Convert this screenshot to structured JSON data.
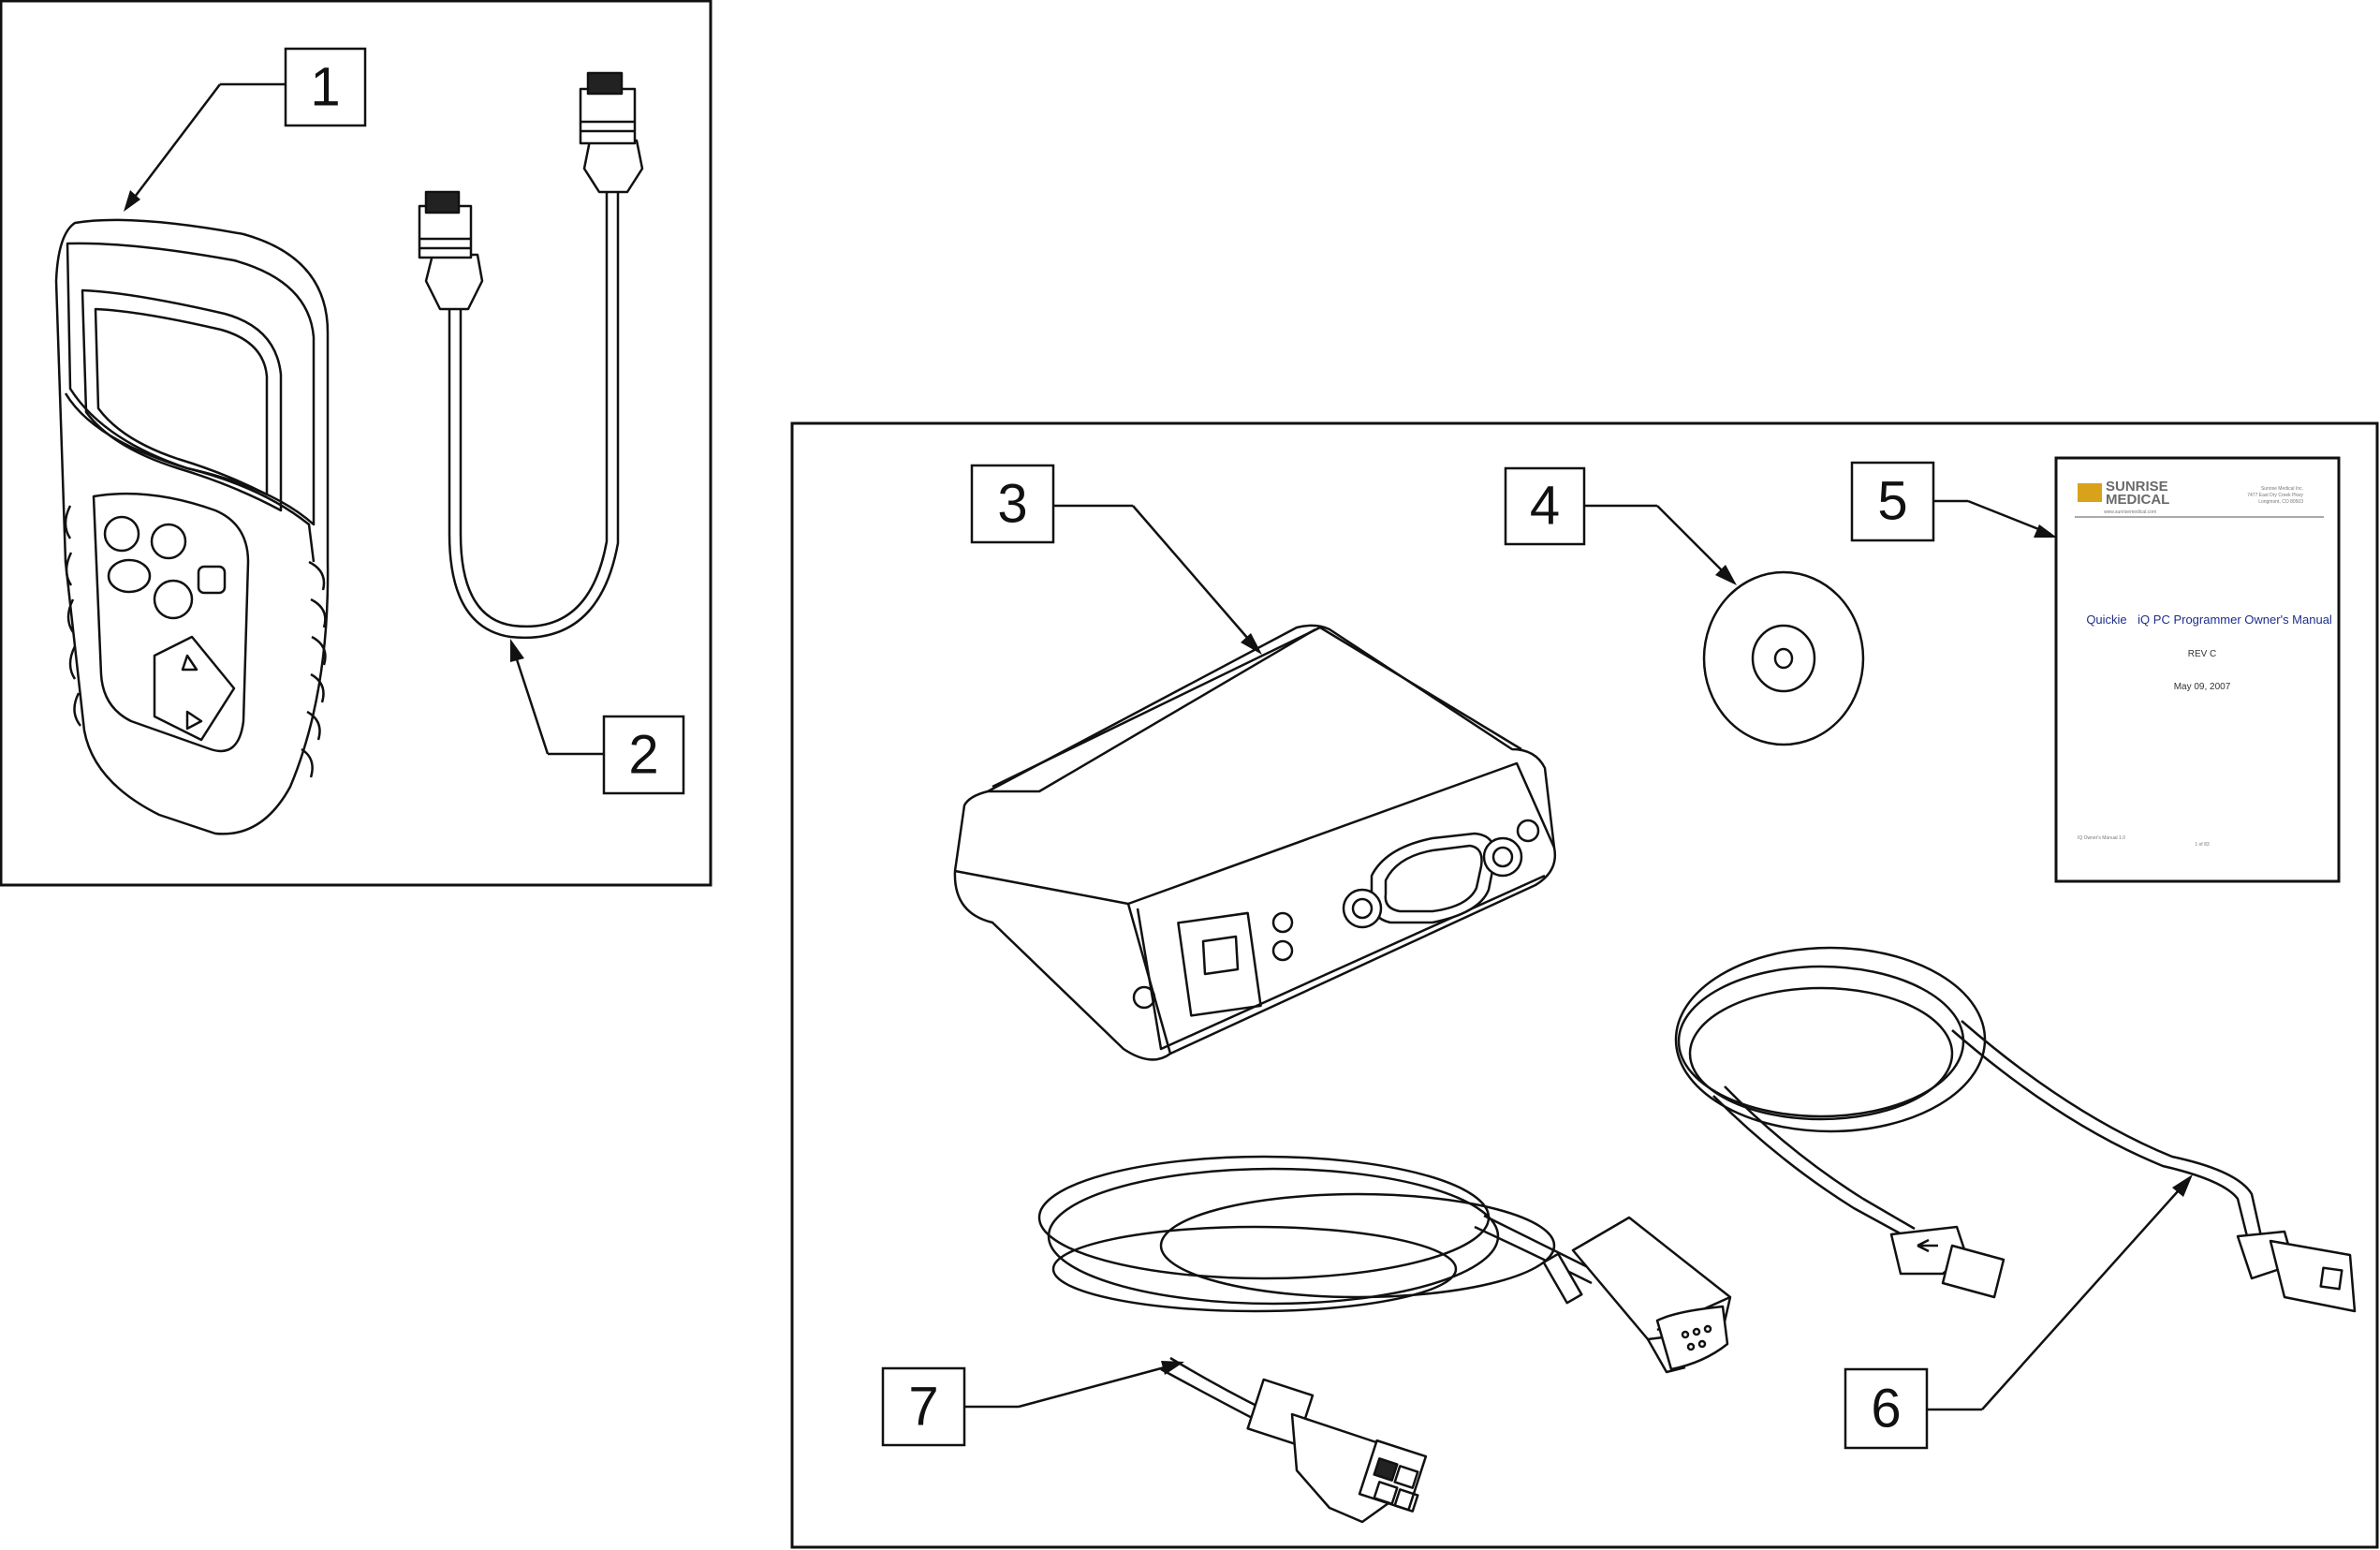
{
  "callouts": {
    "c1": "1",
    "c2": "2",
    "c3": "3",
    "c4": "4",
    "c5": "5",
    "c6": "6",
    "c7": "7"
  },
  "manual": {
    "brand_line1": "SUNRISE",
    "brand_line2": "MEDICAL",
    "address_line1": "Sunrise Medical Inc.",
    "address_line2": "7477 East Dry Creek Pkwy",
    "address_line3": "Longmont, CO 80503",
    "website": "www.sunrisemedical.com",
    "title_brand": "Quickie",
    "title": "iQ PC Programmer Owner's Manual",
    "revision": "REV C",
    "date": "May 09, 2007",
    "footer_left": "IQ Owner's Manual 1.0",
    "page": "1 of 83"
  },
  "colors": {
    "line": "#111111",
    "manual_title": "#1d2f8a",
    "logo_gold": "#d9a21b"
  }
}
